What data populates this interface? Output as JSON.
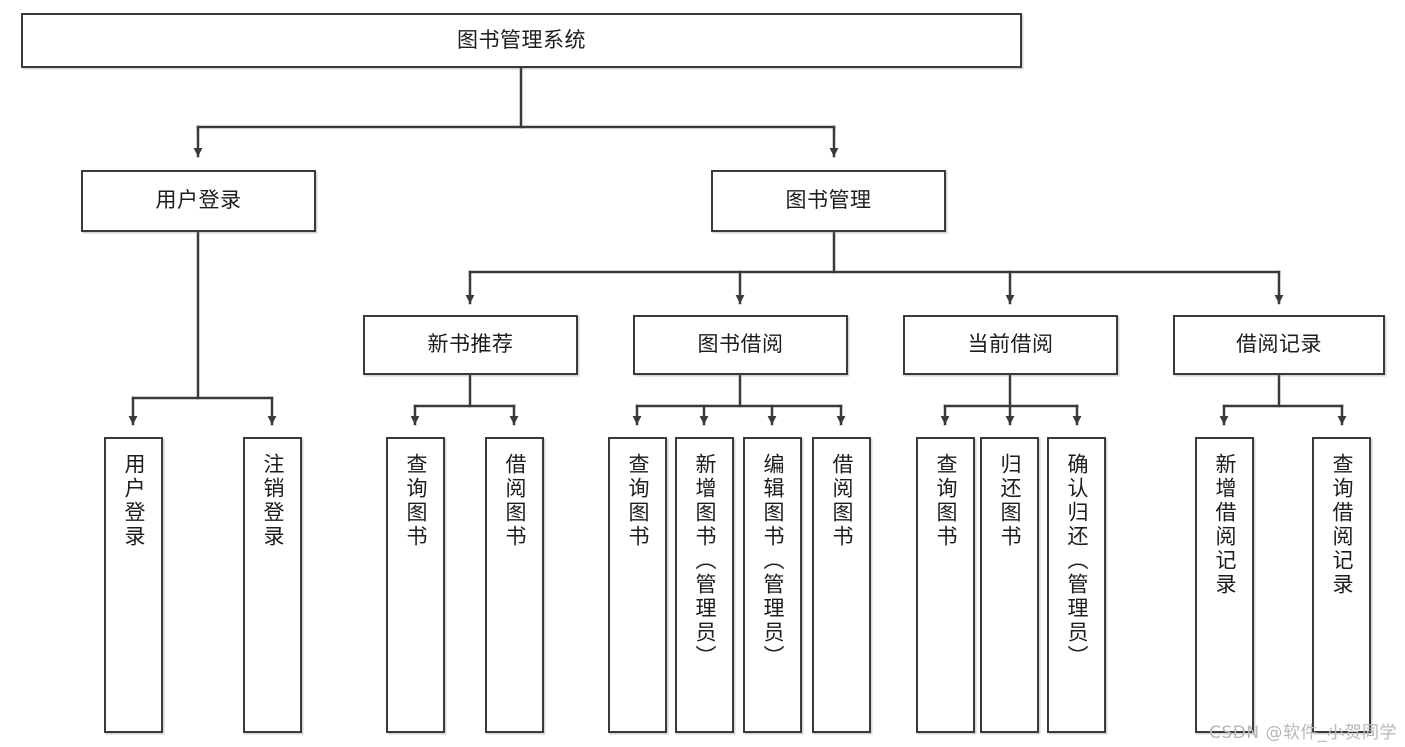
{
  "diagram": {
    "title": "图书管理系统",
    "watermark": "CSDN @软件_小贺同学",
    "colors": {
      "stroke": "#3a3a3a",
      "fill": "#ffffff",
      "text": "#1d1d1d",
      "watermark": "#b8b8b8"
    },
    "nodes": {
      "root": "图书管理系统",
      "user_login": "用户登录",
      "book_manage": "图书管理",
      "new_book_rec": "新书推荐",
      "book_borrow": "图书借阅",
      "current_borrow": "当前借阅",
      "borrow_record": "借阅记录",
      "leaf_user_login": "用户登录",
      "leaf_user_logout": "注销登录",
      "leaf_rec_query": "查询图书",
      "leaf_rec_borrow": "借阅图书",
      "leaf_borrow_query": "查询图书",
      "leaf_borrow_add": "新增图书（管理员）",
      "leaf_borrow_edit": "编辑图书（管理员）",
      "leaf_borrow_lend": "借阅图书",
      "leaf_cur_query": "查询图书",
      "leaf_cur_return": "归还图书",
      "leaf_cur_confirm": "确认归还（管理员）",
      "leaf_rec_add": "新增借阅记录",
      "leaf_rec_search": "查询借阅记录"
    }
  },
  "chart_data": {
    "type": "tree-diagram",
    "title": "图书管理系统",
    "orientation": "top-down",
    "levels": 4,
    "tree": {
      "label": "图书管理系统",
      "children": [
        {
          "label": "用户登录",
          "children": [
            {
              "label": "用户登录",
              "children": []
            },
            {
              "label": "注销登录",
              "children": []
            }
          ]
        },
        {
          "label": "图书管理",
          "children": [
            {
              "label": "新书推荐",
              "children": [
                {
                  "label": "查询图书",
                  "children": []
                },
                {
                  "label": "借阅图书",
                  "children": []
                }
              ]
            },
            {
              "label": "图书借阅",
              "children": [
                {
                  "label": "查询图书",
                  "children": []
                },
                {
                  "label": "新增图书（管理员）",
                  "children": []
                },
                {
                  "label": "编辑图书（管理员）",
                  "children": []
                },
                {
                  "label": "借阅图书",
                  "children": []
                }
              ]
            },
            {
              "label": "当前借阅",
              "children": [
                {
                  "label": "查询图书",
                  "children": []
                },
                {
                  "label": "归还图书",
                  "children": []
                },
                {
                  "label": "确认归还（管理员）",
                  "children": []
                }
              ]
            },
            {
              "label": "借阅记录",
              "children": [
                {
                  "label": "新增借阅记录",
                  "children": []
                },
                {
                  "label": "查询借阅记录",
                  "children": []
                }
              ]
            }
          ]
        }
      ]
    }
  }
}
